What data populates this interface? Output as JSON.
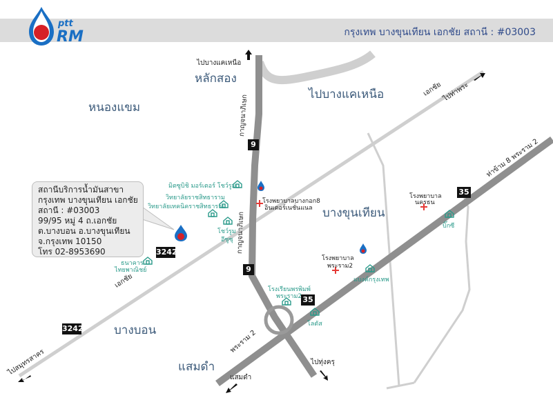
{
  "header": {
    "title": "กรุงเทพ บางขุนเทียน เอกชัย สถานี : #03003",
    "brand_small": "ptt",
    "brand_big": "RM"
  },
  "colors": {
    "brand_blue": "#1a6fc4",
    "brand_red": "#d62027",
    "road": "#8f8f8f",
    "teal": "#2a9a8a",
    "area_text": "#3c5a7a"
  },
  "info_box": {
    "lines": [
      "สถานีบริการน้ำมันสาขา",
      "กรุงเทพ บางขุนเทียน เอกชัย",
      "สถานี : #03003",
      "99/95 หมู่ 4  ถ.เอกชัย",
      "ต.บางบอน  อ.บางขุนเทียน",
      "จ.กรุงเทพ     10150",
      "โทร 02-8953690"
    ]
  },
  "areas": {
    "laksong": "หลักสอง",
    "nongkhaem": "หนองแขม",
    "pai_bangkhae": "ไปบางแคเหนือ",
    "bangkhunthian": "บางขุนเทียน",
    "bangbon": "บางบอน",
    "samaedam": "แสมดำ"
  },
  "roads": {
    "to_bangkhae_top": "ไปบางแคเหนือ",
    "ekkachai_top": "เอกชัย",
    "to_thaphra": "ไปท่าพระ",
    "kanchana_top": "กาญจนาภิเษก",
    "kanchana_mid": "กาญจนาภิเษก",
    "tha_kham": "ท่าข้าม 8  พระราม 2",
    "ekkachai_left": "เอกชัย",
    "to_samut_sakhon": "ไปสมุทรสาคร",
    "rama2_bottom": "พระราม 2",
    "to_samaedam": "แสมดำ",
    "to_thung_khru": "ไปทุ่งครุ"
  },
  "badges": [
    "9",
    "9",
    "35",
    "35",
    "3242",
    "3242"
  ],
  "places": {
    "mitsubishi": "มิตซูบิชิ มอร์เตอร์ โชว์รูม",
    "college_sitaram": "วิทยาลัยราชสิทธาราม",
    "tech_college": "วิทยาลัยเทคนิคราชสิทธาราม",
    "showroom": "โชว์รูม",
    "isuzu": "อีซูซุ",
    "hospital_bangkok8": "โรงพยาบาลบางกอก8",
    "inter_ninland": "อินเตอร์เนชั่นแนล",
    "hospital_nakhon": "โรงพยาบาล",
    "nakhon": "นครธน",
    "bigc": "บิ๊กซี",
    "hospital_rama2": "โรงพยาบาล",
    "rama2_small": "พระราม2",
    "bank_bkk": "แบงค์กรุงเทพ",
    "school": "โรงเรียนพรพิมพ์",
    "school2": "พระราม2",
    "lotus": "โลตัส",
    "bank_thaiphanit": "ธนาคาร",
    "thaiphanit": "ไทยพาณิชย์"
  }
}
